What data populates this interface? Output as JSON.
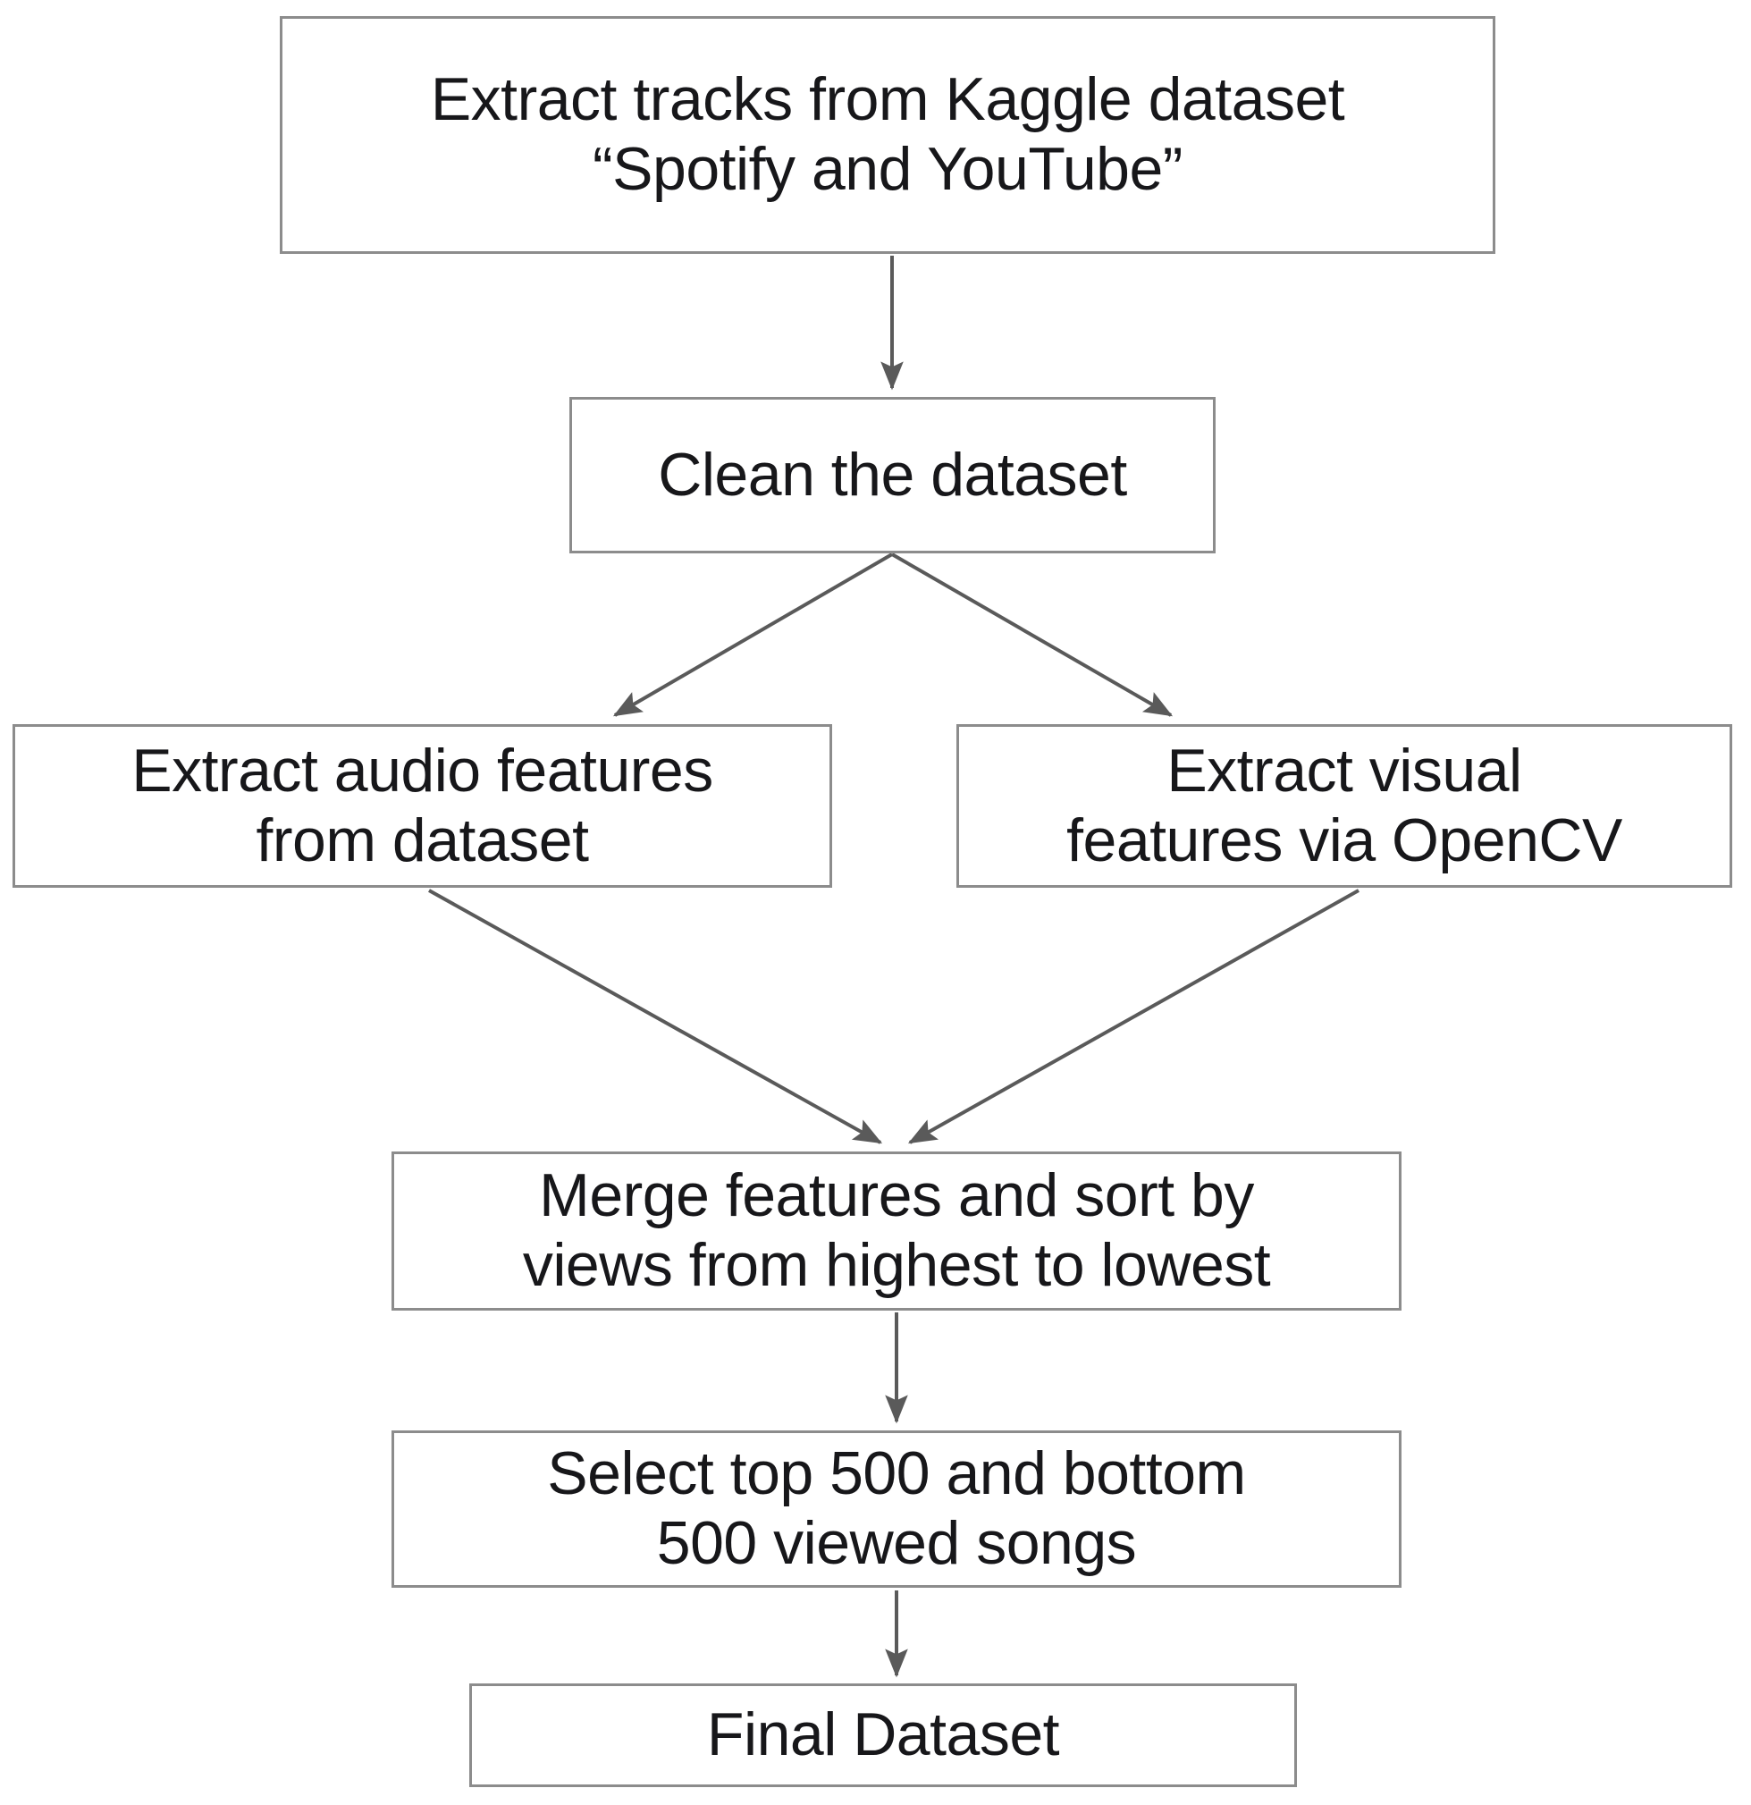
{
  "diagram": {
    "title": "Dataset construction pipeline flowchart",
    "type": "flowchart",
    "background_color": "#ffffff",
    "border_color": "#8c8c8c",
    "text_color": "#17171a",
    "arrow_color": "#5a5a5a",
    "nodes": [
      {
        "id": "extract-tracks",
        "label": "Extract tracks from Kaggle dataset\n“Spotify and YouTube”",
        "lines": [
          "Extract tracks from Kaggle dataset",
          "“Spotify and YouTube”"
        ]
      },
      {
        "id": "clean-dataset",
        "label": "Clean the dataset",
        "lines": [
          "Clean the dataset"
        ]
      },
      {
        "id": "audio-features",
        "label": "Extract audio features\nfrom dataset",
        "lines": [
          "Extract audio features",
          "from dataset"
        ]
      },
      {
        "id": "visual-features",
        "label": "Extract visual\nfeatures via OpenCV",
        "lines": [
          "Extract visual",
          "features via OpenCV"
        ]
      },
      {
        "id": "merge-sort",
        "label": "Merge features and sort by\nviews from highest to lowest",
        "lines": [
          "Merge features and sort by",
          "views from highest to lowest"
        ]
      },
      {
        "id": "select-songs",
        "label": "Select top 500 and bottom\n500 viewed songs",
        "lines": [
          "Select top 500 and bottom",
          "500 viewed songs"
        ]
      },
      {
        "id": "final-dataset",
        "label": "Final Dataset",
        "lines": [
          "Final Dataset"
        ]
      }
    ],
    "edges": [
      {
        "id": "edge-extract-to-clean",
        "from": "extract-tracks",
        "to": "clean-dataset",
        "label": ""
      },
      {
        "id": "edge-clean-to-audio",
        "from": "clean-dataset",
        "to": "audio-features",
        "label": ""
      },
      {
        "id": "edge-clean-to-visual",
        "from": "clean-dataset",
        "to": "visual-features",
        "label": ""
      },
      {
        "id": "edge-audio-to-merge",
        "from": "audio-features",
        "to": "merge-sort",
        "label": ""
      },
      {
        "id": "edge-visual-to-merge",
        "from": "visual-features",
        "to": "merge-sort",
        "label": ""
      },
      {
        "id": "edge-merge-to-select",
        "from": "merge-sort",
        "to": "select-songs",
        "label": ""
      },
      {
        "id": "edge-select-to-final",
        "from": "select-songs",
        "to": "final-dataset",
        "label": ""
      }
    ]
  }
}
